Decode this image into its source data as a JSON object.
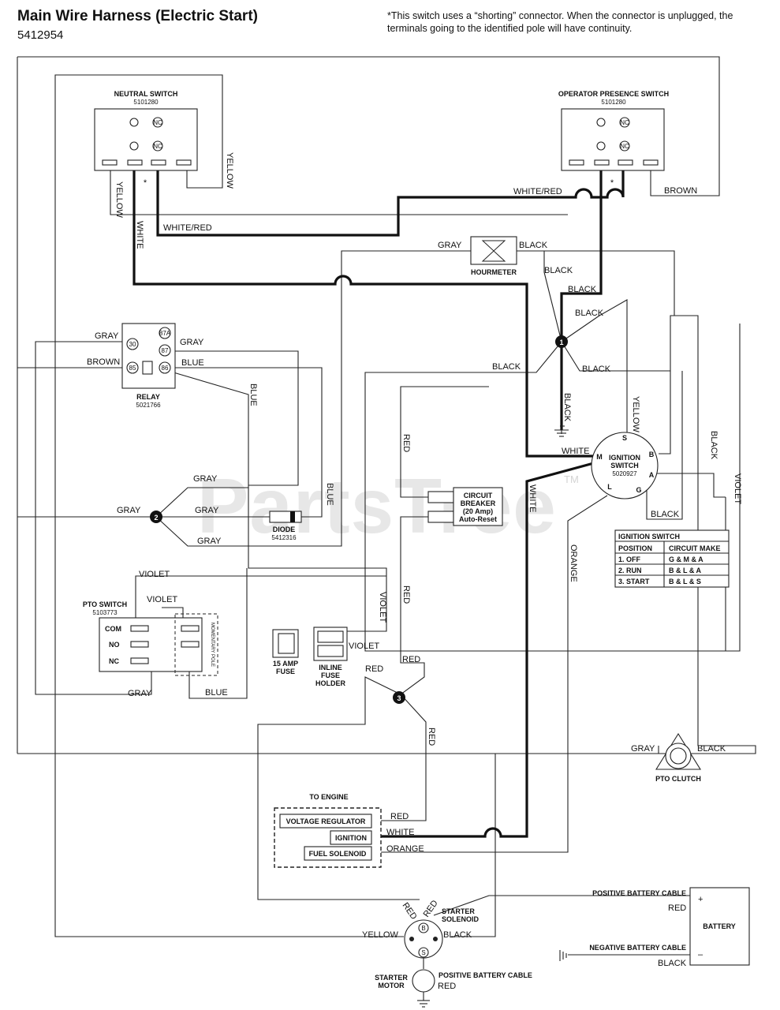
{
  "header": {
    "title": "Main Wire Harness (Electric Start)",
    "part_number": "5412954",
    "note": "*This switch uses a “shorting” connector. When the connector is unplugged, the terminals going to the identified pole will have continuity."
  },
  "watermark": {
    "text": "PartsTree",
    "trademark": "TM"
  },
  "components": {
    "neutral_switch": {
      "name": "NEUTRAL SWITCH",
      "part": "5101280",
      "nc": "NC",
      "star": "*"
    },
    "operator_switch": {
      "name": "OPERATOR PRESENCE SWITCH",
      "part": "5101280",
      "nc": "NC",
      "star": "*"
    },
    "hourmeter": {
      "name": "HOURMETER"
    },
    "relay": {
      "name": "RELAY",
      "part": "5021766",
      "pins": [
        "30",
        "87A",
        "87",
        "85",
        "86"
      ]
    },
    "diode": {
      "name": "DIODE",
      "part": "5412316"
    },
    "circuit_breaker": {
      "line1": "CIRCUIT",
      "line2": "BREAKER",
      "line3": "(20 Amp)",
      "line4": "Auto-Reset"
    },
    "ignition_switch": {
      "name1": "IGNITION",
      "name2": "SWITCH",
      "part": "5020927",
      "terminals": [
        "S",
        "B",
        "A",
        "G",
        "L",
        "M"
      ]
    },
    "pto_switch": {
      "name": "PTO SWITCH",
      "part": "5103773",
      "com": "COM",
      "no": "NO",
      "nc": "NC",
      "pole": "MOMENTARY POLE"
    },
    "fuse": {
      "line1": "15 AMP",
      "line2": "FUSE"
    },
    "inline_fuse": {
      "line1": "INLINE",
      "line2": "FUSE",
      "line3": "HOLDER"
    },
    "pto_clutch": {
      "name": "PTO CLUTCH"
    },
    "engine": {
      "title": "TO ENGINE",
      "items": [
        "VOLTAGE REGULATOR",
        "IGNITION",
        "FUEL SOLENOID"
      ]
    },
    "starter_solenoid": {
      "line1": "STARTER",
      "line2": "SOLENOID",
      "b": "B",
      "s": "S"
    },
    "starter_motor": {
      "line1": "STARTER",
      "line2": "MOTOR"
    },
    "battery": {
      "name": "BATTERY",
      "plus": "+",
      "minus": "–"
    },
    "battery_cables": {
      "positive": "POSITIVE BATTERY CABLE",
      "negative": "NEGATIVE BATTERY CABLE"
    },
    "junctions": [
      "1",
      "2",
      "3"
    ]
  },
  "ignition_table": {
    "title": "IGNITION SWITCH",
    "headers": [
      "POSITION",
      "CIRCUIT MAKE"
    ],
    "rows": [
      [
        "1. OFF",
        "G & M & A"
      ],
      [
        "2. RUN",
        "B & L & A"
      ],
      [
        "3. START",
        "B & L & S"
      ]
    ]
  },
  "wire_labels": {
    "yellow": "YELLOW",
    "white": "WHITE",
    "white_red": "WHITE/RED",
    "brown": "BROWN",
    "gray": "GRAY",
    "black": "BLACK",
    "blue": "BLUE",
    "red": "RED",
    "violet": "VIOLET",
    "orange": "ORANGE"
  }
}
